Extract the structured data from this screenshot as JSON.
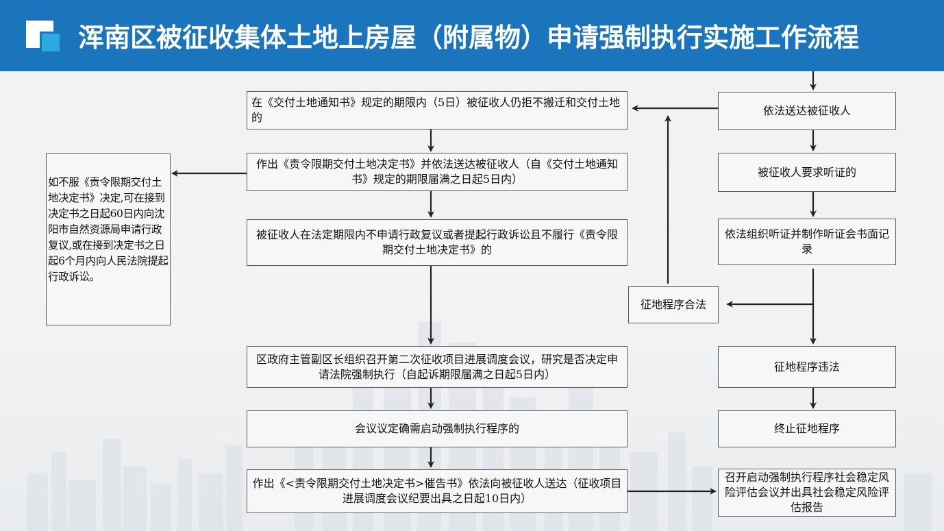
{
  "header": {
    "title": "浑南区被征收集体土地上房屋（附属物）申请强制执行实施工作流程",
    "color": "#1b75bc"
  },
  "left_column": {
    "step1": "在《交付土地通知书》规定的期限内（5日）被征收人仍拒不搬迁和交付土地的",
    "step2": "作出《责令限期交付土地决定书》并依法送达被征收人（自《交付土地通知书》规定的期限届满之日起5日内）",
    "step3": "被征收人在法定期限内不申请行政复议或者提起行政诉讼且不履行《责令限期交付土地决定书》的",
    "step4": "区政府主管副区长组织召开第二次征收项目进展调度会议，研究是否决定申请法院强制执行（自起诉期限届满之日起5日内）",
    "step5": "会议议定确需启动强制执行程序的",
    "step6": "作出《<责令限期交付土地决定书>催告书》依法向被征收人送达（征收项目进展调度会议纪要出具之日起10日内）"
  },
  "side_note": "如不服《责令限期交付土地决定书》决定,可在接到决定书之日起60日内向沈阳市自然资源局申请行政复议,或在接到决定书之日起6个月内向人民法院提起行政诉讼。",
  "right_column": {
    "step1": "依法送达被征收人",
    "step2": "被征收人要求听证的",
    "step3": "依法组织听证并制作听证会书面记录",
    "step4": "征地程序违法",
    "step5": "终止征地程序",
    "step6": "召开启动强制执行程序社会稳定风险评估会议并出具社会稳定风险评估报告"
  },
  "middle": {
    "legal": "征地程序合法"
  }
}
